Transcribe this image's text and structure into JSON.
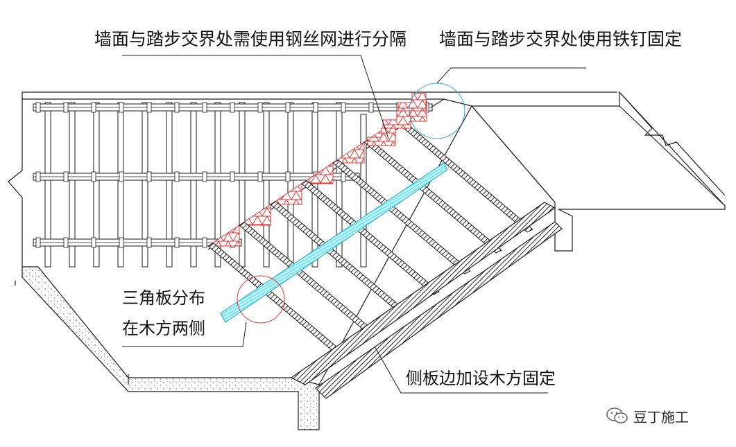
{
  "labels": {
    "wall_mesh_note": "墙面与踏步交界处需使用钢丝网进行分隔",
    "wall_nail_note": "墙面与踏步交界处使用铁钉固定",
    "triangle_note_line1": "三角板分布",
    "triangle_note_line2": "在木方两侧",
    "side_board_note": "侧板边加设木方固定"
  },
  "watermark": {
    "text": "豆丁施工",
    "icon": "wechat-icon"
  },
  "colors": {
    "line": "#1a1a1a",
    "triangle_red": "#e03030",
    "batten_cyan": "#2ad4f0",
    "concrete_dot": "#555555"
  }
}
